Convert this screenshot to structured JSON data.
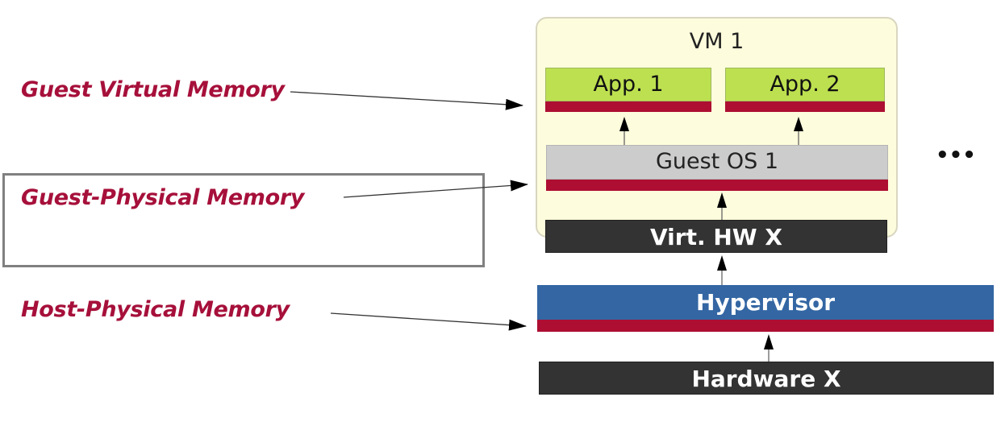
{
  "labels": {
    "guest_virtual": "Guest Virtual Memory",
    "guest_physical": "Guest-Physical Memory",
    "host_physical": "Host-Physical Memory"
  },
  "vm": {
    "title": "VM 1",
    "apps": [
      "App. 1",
      "App. 2"
    ],
    "guest_os": "Guest OS 1",
    "virt_hw": "Virt. HW X"
  },
  "hypervisor": "Hypervisor",
  "hardware": "Hardware X",
  "ellipsis": "•••",
  "colors": {
    "label_red": "#a6103a",
    "memory_stripe": "#ad0e32",
    "app_green": "#bde050",
    "guest_os_gray": "#cccccc",
    "hypervisor_blue": "#3366a3",
    "hardware_dark": "#333333",
    "vm_background": "#fdfcdc"
  }
}
